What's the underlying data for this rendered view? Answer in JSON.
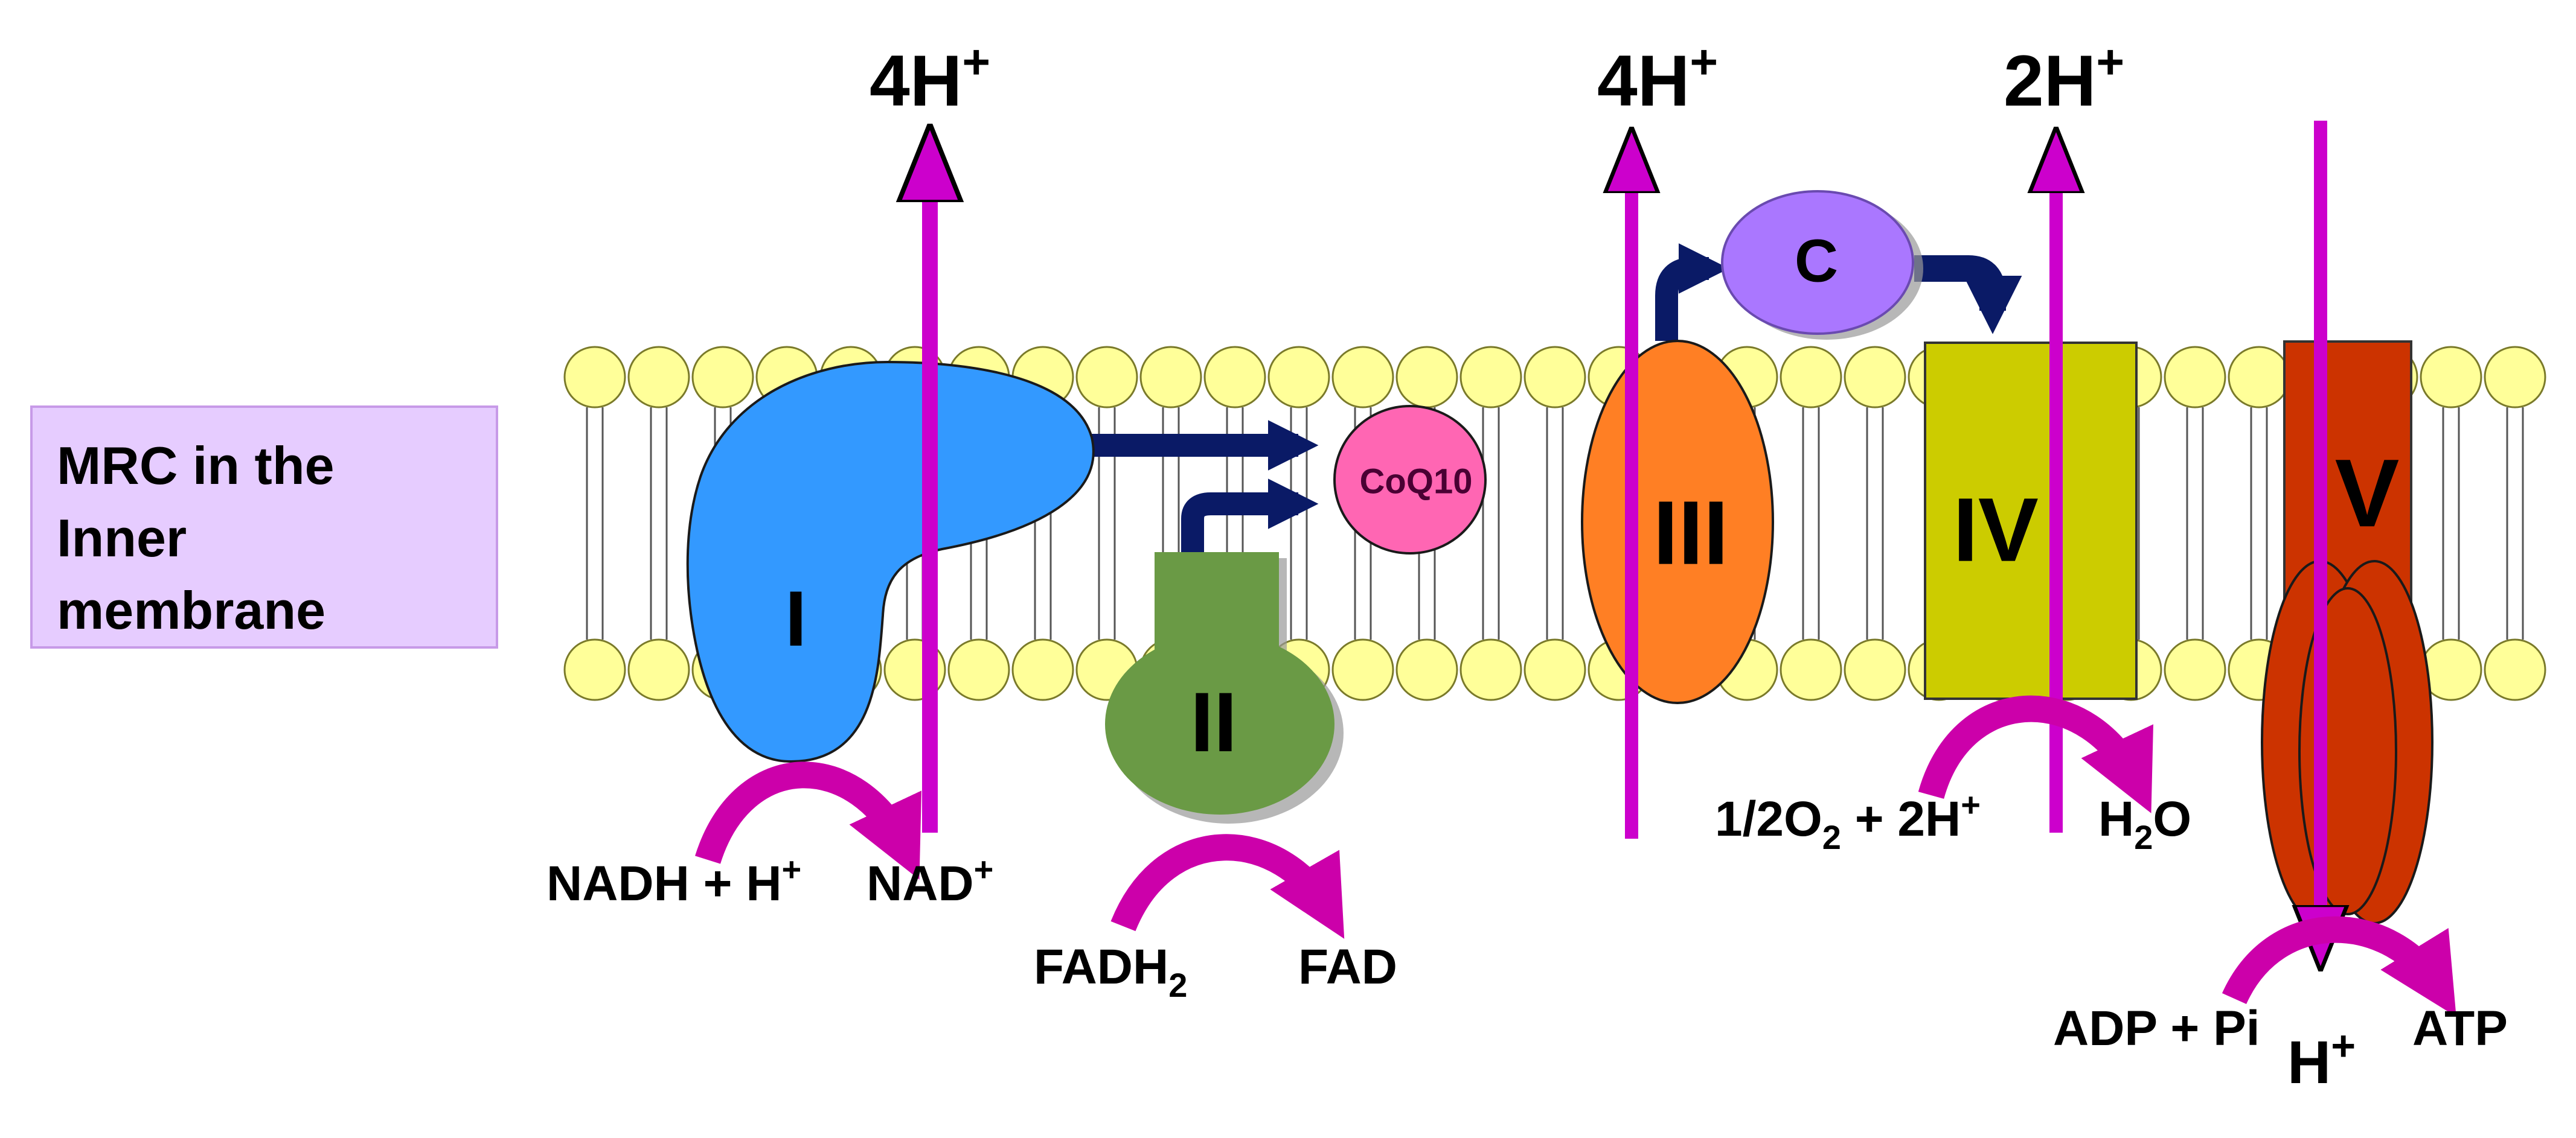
{
  "title": {
    "line1": " MRC in the",
    "line2": "Inner",
    "line3": "membrane"
  },
  "complexes": {
    "I": "I",
    "II": "II",
    "III": "III",
    "IV": "IV",
    "V": "V",
    "C": "C",
    "coq10": "CoQ10"
  },
  "proton_labels": {
    "complex_I": {
      "main": "4H",
      "sup": "+"
    },
    "complex_III": {
      "main": "4H",
      "sup": "+"
    },
    "complex_IV": {
      "main": "2H",
      "sup": "+"
    },
    "complex_V": {
      "main": "H",
      "sup": "+"
    }
  },
  "reactions": {
    "complex_I": {
      "substrate_main": "NADH + H",
      "substrate_sup": "+",
      "product_main": "NAD",
      "product_sup": "+"
    },
    "complex_II": {
      "substrate_main": "FADH",
      "substrate_sub": "2",
      "product": "FAD"
    },
    "complex_IV": {
      "substrate_a": "1/2O",
      "substrate_sub": "2",
      "substrate_b": " + 2H",
      "substrate_sup": "+",
      "product_a": "H",
      "product_sub": "2",
      "product_b": "O"
    },
    "complex_V": {
      "substrate": "ADP + Pi",
      "product": "ATP"
    }
  },
  "colors": {
    "lipid_head": "#ffff99",
    "lipid_outline": "#7a7a2a",
    "complex_I": "#3399ff",
    "complex_II": "#6a9a45",
    "complex_III": "#ff7f24",
    "complex_IV": "#cccc00",
    "complex_V": "#cc3300",
    "cytochrome_c": "#aa77ff",
    "coq10": "#ff66b3",
    "proton_arrow": "#cc00cc",
    "reaction_arrow": "#cc00aa",
    "electron_arrow": "#0a1a66"
  }
}
